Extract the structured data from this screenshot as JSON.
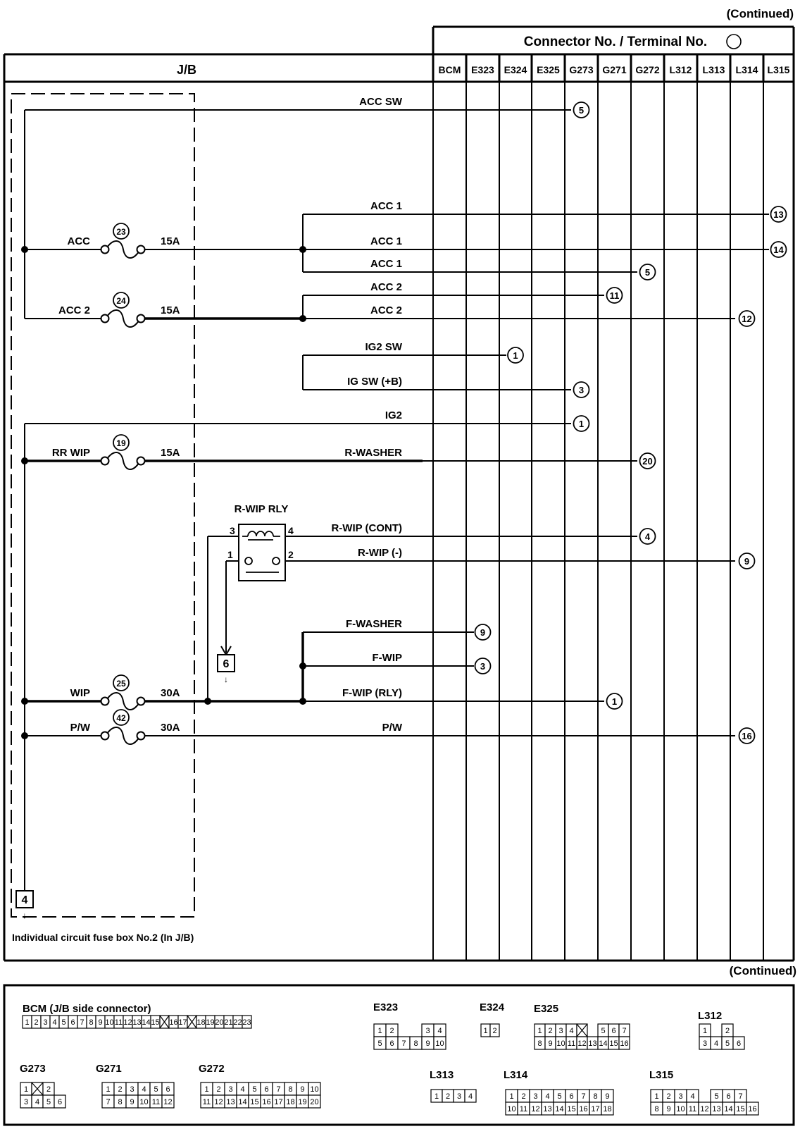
{
  "continued_top": "(Continued)",
  "continued_bottom": "(Continued)",
  "header": {
    "jb_title": "J/B",
    "connector_title": "Connector No. / Terminal No.",
    "columns": [
      "BCM",
      "E323",
      "E324",
      "E325",
      "G273",
      "G271",
      "G272",
      "L312",
      "L313",
      "L314",
      "L315"
    ]
  },
  "fuse_box_caption": "Individual circuit fuse box No.2 (In J/B)",
  "fuses": [
    {
      "id": "fuse-acc",
      "name": "ACC",
      "number": "23",
      "rating": "15A"
    },
    {
      "id": "fuse-acc2",
      "name": "ACC 2",
      "number": "24",
      "rating": "15A"
    },
    {
      "id": "fuse-rrwip",
      "name": "RR WIP",
      "number": "19",
      "rating": "15A"
    },
    {
      "id": "fuse-wip",
      "name": "WIP",
      "number": "25",
      "rating": "30A"
    },
    {
      "id": "fuse-pw",
      "name": "P/W",
      "number": "42",
      "rating": "30A"
    }
  ],
  "relay": {
    "name": "R-WIP RLY",
    "pins": [
      "3",
      "4",
      "1",
      "2"
    ]
  },
  "refs": {
    "box6": "6",
    "box4": "4"
  },
  "circuits": [
    {
      "label": "ACC SW",
      "terminal": "5"
    },
    {
      "label": "ACC 1",
      "terminal": "13"
    },
    {
      "label": "ACC 1",
      "terminal": "14"
    },
    {
      "label": "ACC 1",
      "terminal": "5"
    },
    {
      "label": "ACC 2",
      "terminal": "11"
    },
    {
      "label": "ACC 2",
      "terminal": "12"
    },
    {
      "label": "IG2 SW",
      "terminal": "1"
    },
    {
      "label": "IG SW (+B)",
      "terminal": "3"
    },
    {
      "label": "IG2",
      "terminal": "1"
    },
    {
      "label": "R-WASHER",
      "terminal": "20"
    },
    {
      "label": "R-WIP (CONT)",
      "terminal": "4"
    },
    {
      "label": "R-WIP (-)",
      "terminal": "9"
    },
    {
      "label": "F-WASHER",
      "terminal": "9"
    },
    {
      "label": "F-WIP",
      "terminal": "3"
    },
    {
      "label": "F-WIP (RLY)",
      "terminal": "1"
    },
    {
      "label": "P/W",
      "terminal": "16"
    }
  ],
  "connectors": [
    {
      "name": "BCM (J/B side connector)",
      "rows": [
        [
          "1",
          "2",
          "3",
          "4",
          "5",
          "6",
          "7",
          "8",
          "9",
          "10",
          "11",
          "12",
          "13",
          "14",
          "15",
          "X",
          "16",
          "17",
          "X",
          "18",
          "19",
          "20",
          "21",
          "22",
          "23"
        ]
      ]
    },
    {
      "name": "E323",
      "rows": [
        [
          "1",
          "2",
          "",
          "",
          "3",
          "4"
        ],
        [
          "5",
          "6",
          "7",
          "8",
          "9",
          "10"
        ]
      ]
    },
    {
      "name": "E324",
      "rows": [
        [
          "1",
          "2"
        ]
      ]
    },
    {
      "name": "E325",
      "rows": [
        [
          "1",
          "2",
          "3",
          "4",
          "X",
          "",
          "5",
          "6",
          "7"
        ],
        [
          "8",
          "9",
          "10",
          "11",
          "12",
          "13",
          "14",
          "15",
          "16"
        ]
      ]
    },
    {
      "name": "L312",
      "rows": [
        [
          "1",
          "",
          "2"
        ],
        [
          "3",
          "4",
          "5",
          "6"
        ]
      ]
    },
    {
      "name": "G273",
      "rows": [
        [
          "1",
          "X",
          "2"
        ],
        [
          "3",
          "4",
          "5",
          "6"
        ]
      ]
    },
    {
      "name": "G271",
      "rows": [
        [
          "1",
          "2",
          "3",
          "4",
          "5",
          "6"
        ],
        [
          "7",
          "8",
          "9",
          "10",
          "11",
          "12"
        ]
      ]
    },
    {
      "name": "G272",
      "rows": [
        [
          "1",
          "2",
          "3",
          "4",
          "5",
          "6",
          "7",
          "8",
          "9",
          "10"
        ],
        [
          "11",
          "12",
          "13",
          "14",
          "15",
          "16",
          "17",
          "18",
          "19",
          "20"
        ]
      ]
    },
    {
      "name": "L313",
      "rows": [
        [
          "1",
          "2",
          "3",
          "4"
        ]
      ]
    },
    {
      "name": "L314",
      "rows": [
        [
          "1",
          "2",
          "3",
          "4",
          "5",
          "6",
          "7",
          "8",
          "9"
        ],
        [
          "10",
          "11",
          "12",
          "13",
          "14",
          "15",
          "16",
          "17",
          "18"
        ]
      ]
    },
    {
      "name": "L315",
      "rows": [
        [
          "1",
          "2",
          "3",
          "4",
          "",
          "5",
          "6",
          "7"
        ],
        [
          "8",
          "9",
          "10",
          "11",
          "12",
          "13",
          "14",
          "15",
          "16"
        ]
      ]
    }
  ]
}
